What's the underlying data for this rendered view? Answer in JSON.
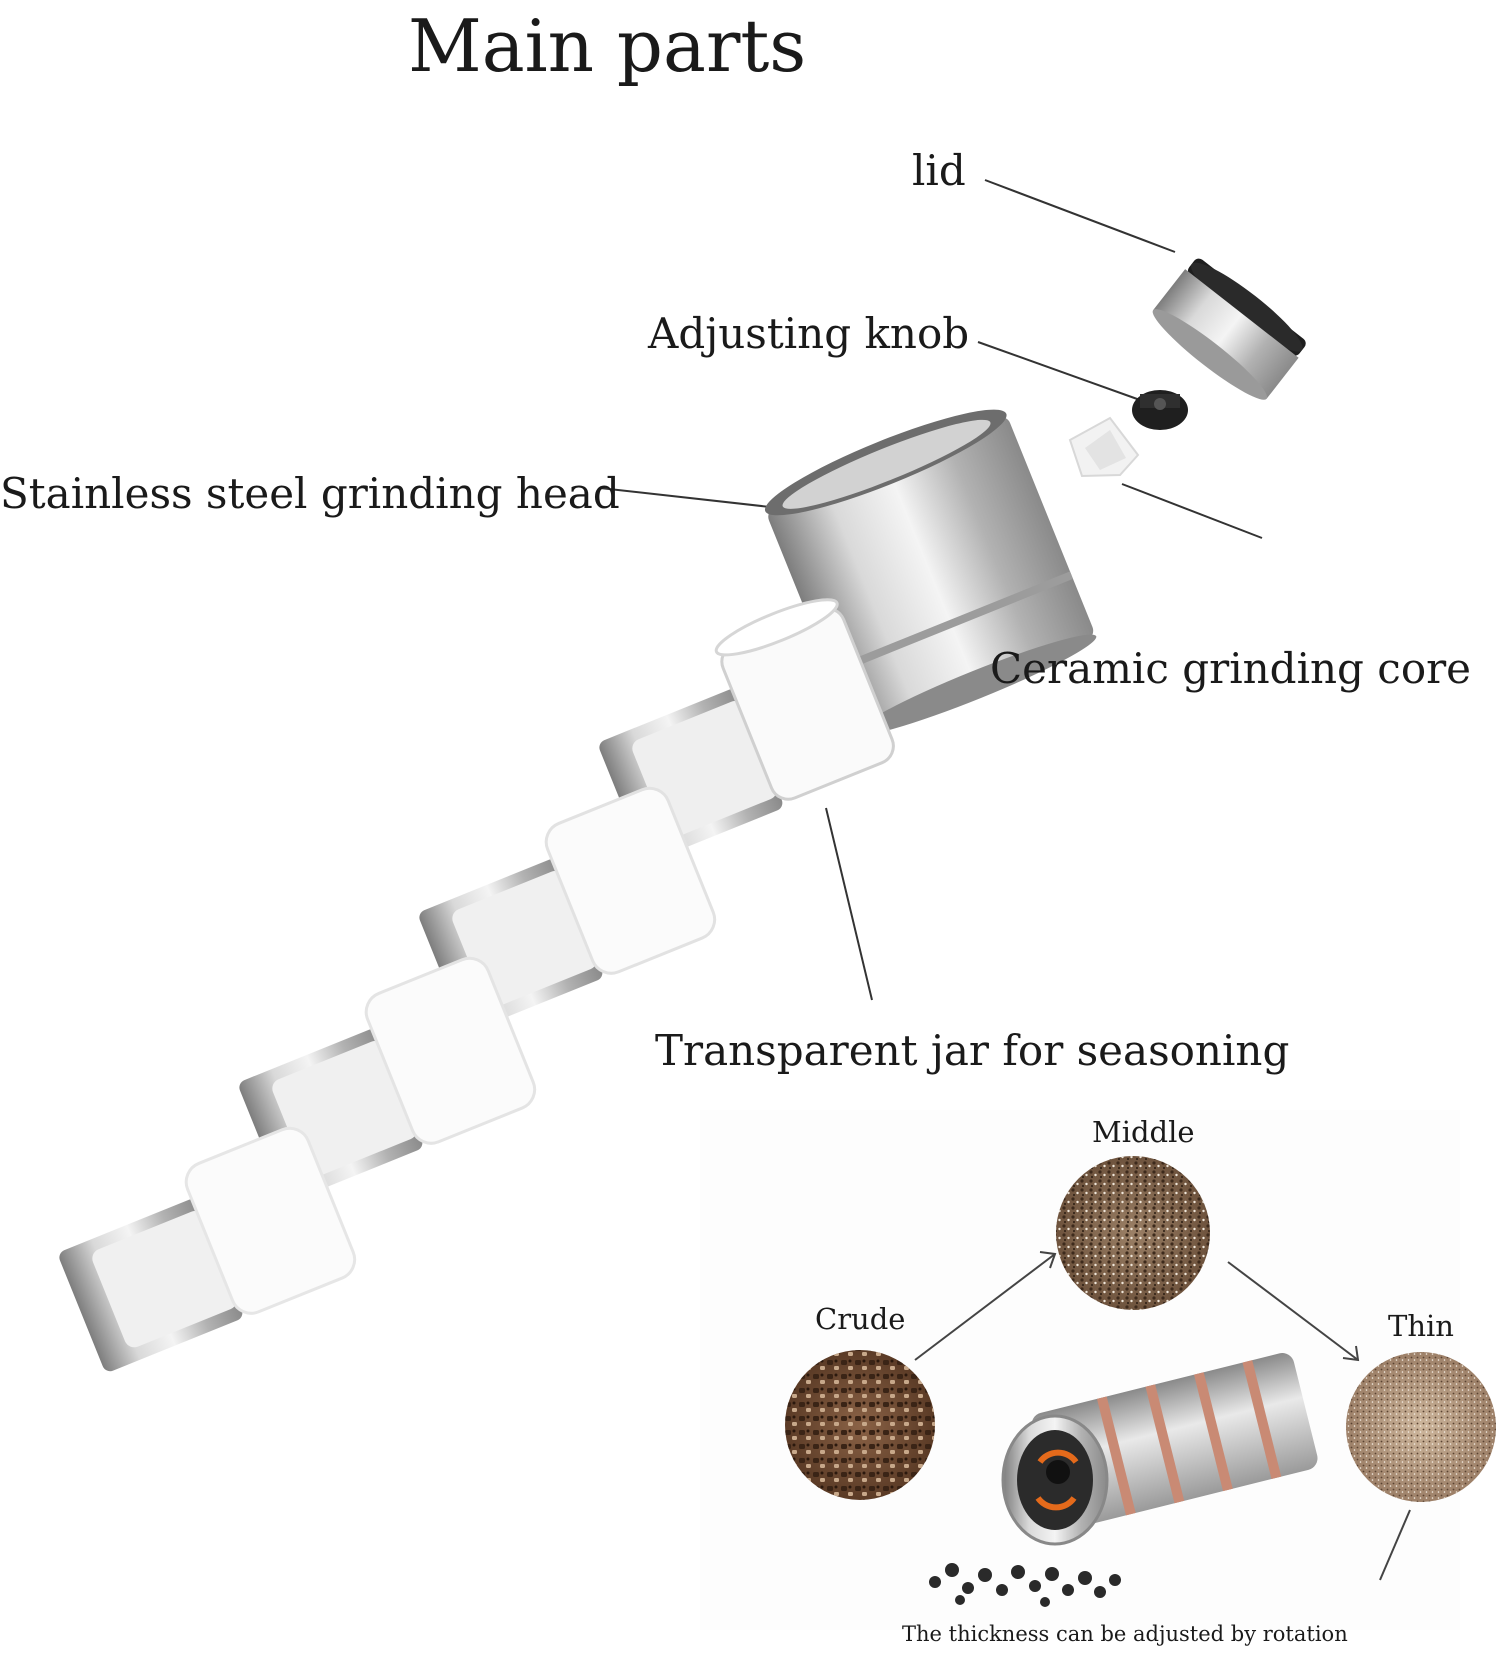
{
  "title": "Main parts",
  "parts": {
    "lid": "lid",
    "adjusting_knob": "Adjusting knob",
    "grinding_head": "Stainless steel grinding head",
    "grinding_core": "Ceramic grinding core",
    "jar": "Transparent jar for seasoning"
  },
  "coarseness": {
    "middle": "Middle",
    "crude": "Crude",
    "thin": "Thin",
    "caption": "The thickness can be adjusted by rotation"
  },
  "colors": {
    "steel": "#b9b9b9",
    "black": "#222222",
    "pepper": "#6b4a34",
    "orange": "#e46a1b"
  }
}
